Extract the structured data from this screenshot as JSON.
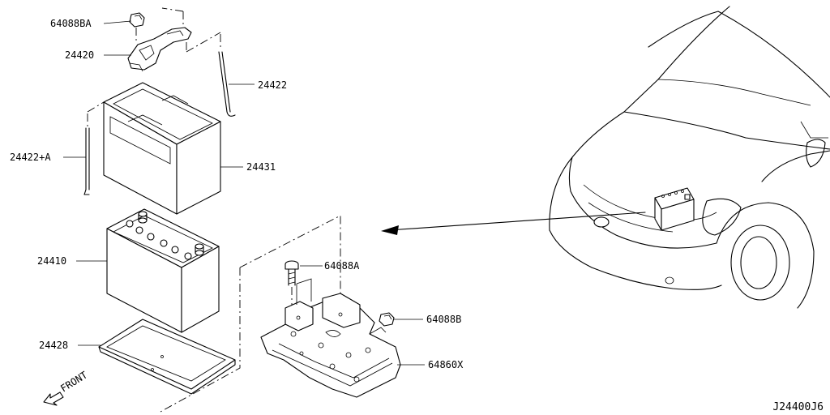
{
  "labels": {
    "nut_a": "64088BA",
    "bracket": "24420",
    "rod": "24422",
    "rod_a": "24422+A",
    "cover": "24431",
    "battery": "24410",
    "tray": "24428",
    "bolt": "64088A",
    "nut_b": "64088B",
    "bracket_base": "64860X"
  },
  "direction_label": "FRONT",
  "figure_code": "J24400J6"
}
